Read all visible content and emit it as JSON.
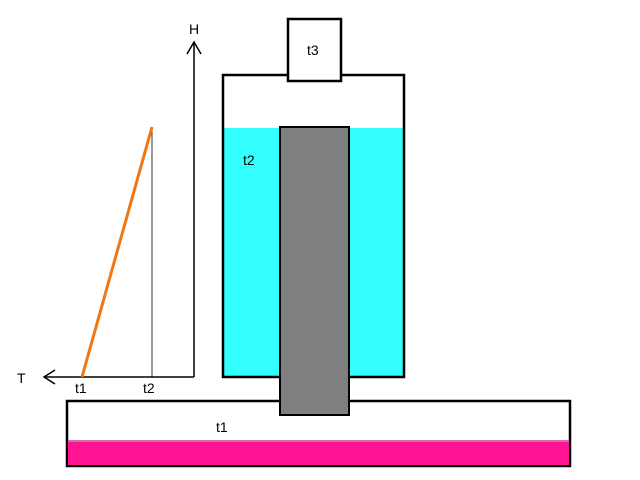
{
  "graph": {
    "vertical_axis_label": "H",
    "horizontal_axis_label": "T",
    "tick_1_label": "t1",
    "tick_2_label": "t2",
    "line_color": "#F07814"
  },
  "tank": {
    "liquid_label": "t2",
    "liquid_color": "#33FFFF",
    "cap_label": "t3",
    "rod_color": "#7F7F7F"
  },
  "base": {
    "label": "t1",
    "heater_color": "#FF1493"
  }
}
